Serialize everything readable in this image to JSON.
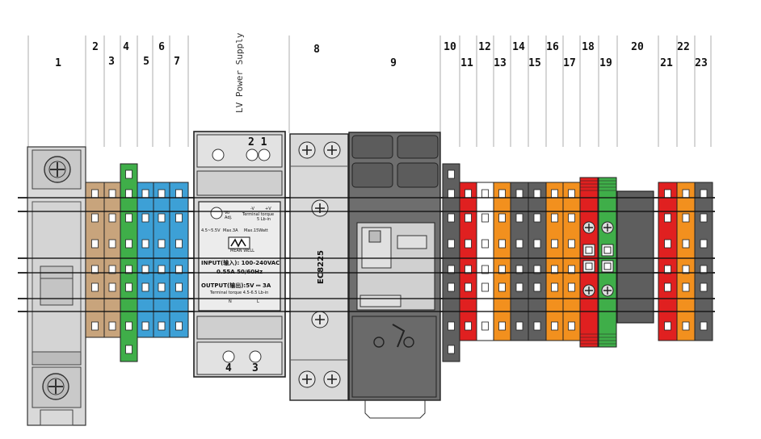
{
  "column_numbers": [
    "1",
    "2",
    "3",
    "4",
    "5",
    "6",
    "7",
    "8",
    "9",
    "10",
    "11",
    "12",
    "13",
    "14",
    "15",
    "16",
    "17",
    "18",
    "19",
    "20",
    "21",
    "22",
    "23"
  ],
  "power_supply": {
    "vertical_label": "LV Power Supply",
    "top_terminals": "2  1",
    "bottom_terminal_left": "4",
    "bottom_terminal_right": "3",
    "vo_label": "Vo",
    "adj_label": "Adj.",
    "neg_v": "-V",
    "pos_v": "+V",
    "torque_top_1": "Terminal torque",
    "torque_top_2": "5 Lb-in",
    "range": "4.5~5.5V",
    "max_current": "Max.3A",
    "max_power": "Max.15Watt",
    "brand": "MEAN WELL",
    "input": "INPUT(输入): 100-240VAC",
    "input_spec": "0.55A  50/60Hz",
    "output": "OUTPUT(输出):5V ⎓ 3A",
    "torque_bottom": "Terminal torque 4.5-6.5 Lb-in",
    "n_label": "N",
    "l_label": "L"
  },
  "relay_model": "EC8225",
  "colors": {
    "grey_breaker": "#d9d9d9",
    "brown": "#c8a47c",
    "green": "#3fae49",
    "blue": "#3da0d6",
    "dark_grey": "#5f5f5f",
    "red": "#e02020",
    "white": "#ffffff",
    "orange": "#f2901e",
    "dark_module": "#6e6e6e",
    "light_module": "#d6d6d6"
  }
}
